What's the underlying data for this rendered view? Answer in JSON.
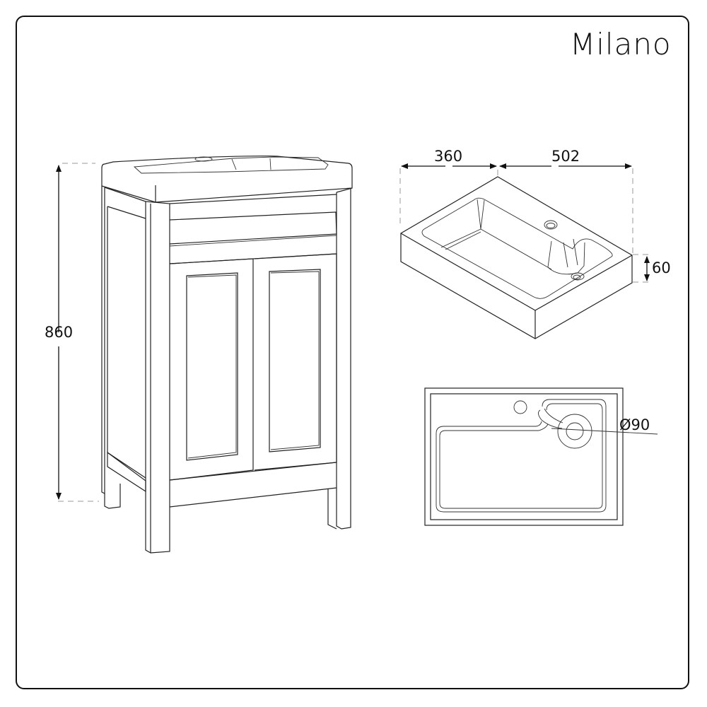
{
  "brand": {
    "name": "Milano"
  },
  "cabinet_view": {
    "height_label": "860",
    "description": "Freestanding vanity unit with basin, two panel doors, four legs"
  },
  "basin_iso_view": {
    "width_label": "360",
    "length_label": "502",
    "depth_label": "60"
  },
  "basin_top_view": {
    "waste_diameter_label": "Ø90"
  }
}
